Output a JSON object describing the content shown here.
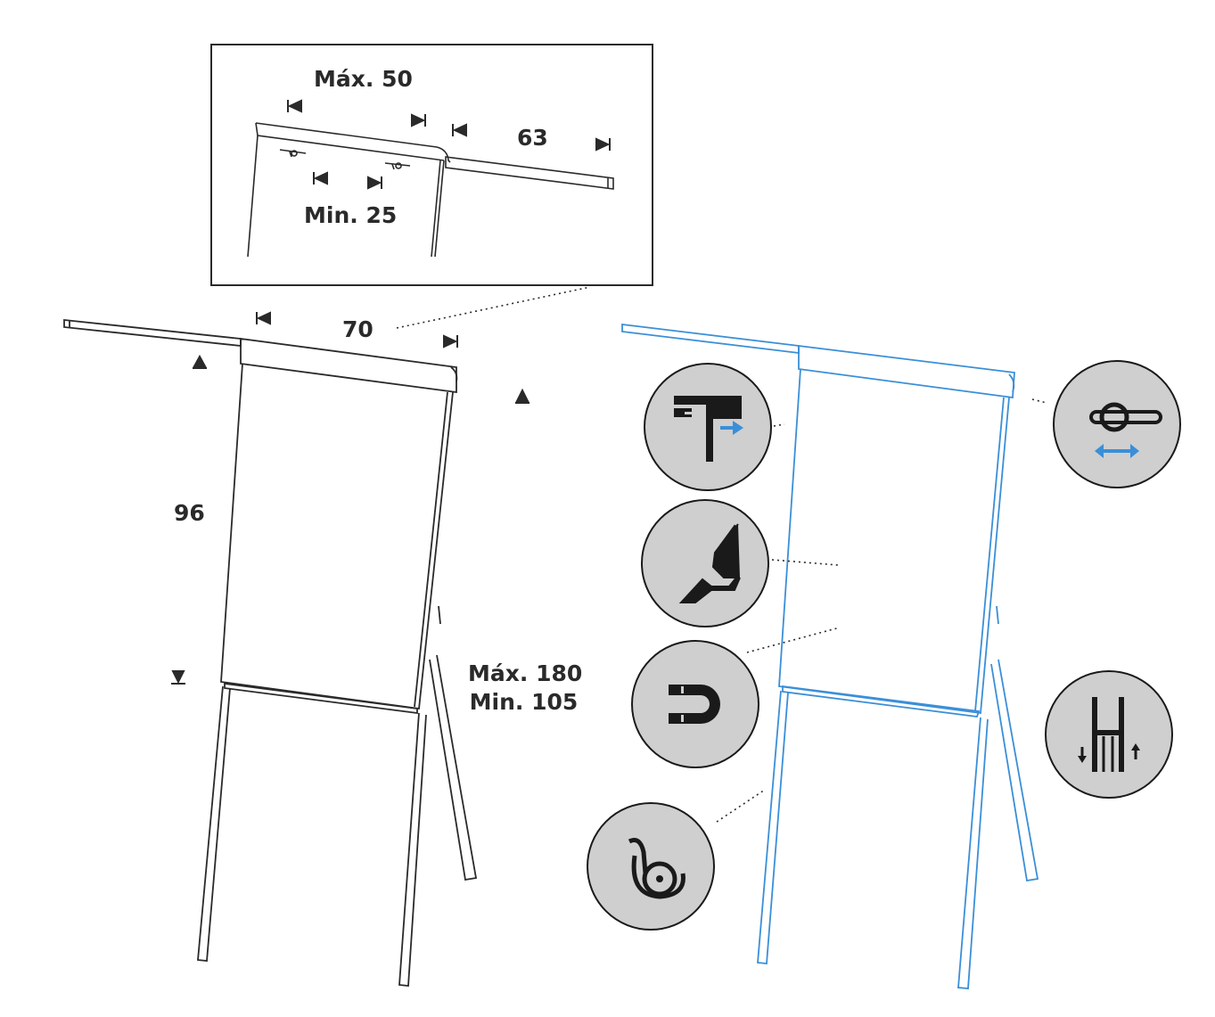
{
  "colors": {
    "ink": "#2a2a2a",
    "accent_blue": "#3a8fd8",
    "icon_fill": "#cfcfcf",
    "icon_ink": "#1a1a1a"
  },
  "inset": {
    "width_max": "Máx. 50",
    "arm_length": "63",
    "width_min": "Min. 25"
  },
  "front_view": {
    "board_width": "70",
    "board_height": "96",
    "height_max": "Máx. 180",
    "height_min": "Min. 105"
  },
  "feature_icons": [
    {
      "name": "paper-clamp-icon",
      "description_icon": "clamp-with-blue-arrow"
    },
    {
      "name": "extension-arm-icon",
      "description_icon": "rod-with-blue-double-arrow"
    },
    {
      "name": "pen-tray-icon",
      "description_icon": "tray"
    },
    {
      "name": "magnetic-icon",
      "description_icon": "magnet"
    },
    {
      "name": "height-adjust-icon",
      "description_icon": "legs-up-down"
    },
    {
      "name": "caster-wheel-icon",
      "description_icon": "wheel"
    }
  ]
}
